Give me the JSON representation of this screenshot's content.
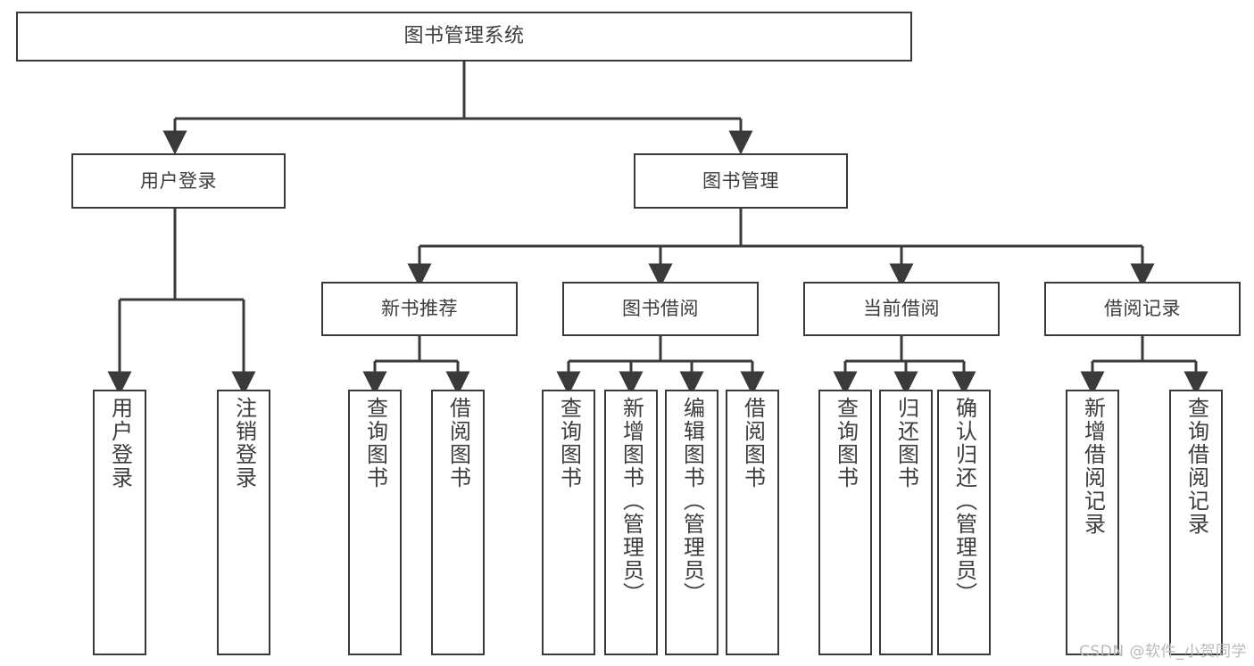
{
  "diagram": {
    "title": "图书管理系统",
    "type": "hierarchy-tree",
    "root": {
      "label": "图书管理系统"
    },
    "level2": [
      {
        "label": "用户登录"
      },
      {
        "label": "图书管理"
      }
    ],
    "level3": [
      {
        "label": "新书推荐"
      },
      {
        "label": "图书借阅"
      },
      {
        "label": "当前借阅"
      },
      {
        "label": "借阅记录"
      }
    ],
    "leaves": {
      "user_login": [
        {
          "label": "用户登录"
        },
        {
          "label": "注销登录"
        }
      ],
      "new_book_recommend": [
        {
          "label": "查询图书"
        },
        {
          "label": "借阅图书"
        }
      ],
      "book_borrow": [
        {
          "label": "查询图书"
        },
        {
          "label": "新增图书（管理员）"
        },
        {
          "label": "编辑图书（管理员）"
        },
        {
          "label": "借阅图书"
        }
      ],
      "current_borrow": [
        {
          "label": "查询图书"
        },
        {
          "label": "归还图书"
        },
        {
          "label": "确认归还（管理员）"
        }
      ],
      "borrow_record": [
        {
          "label": "新增借阅记录"
        },
        {
          "label": "查询借阅记录"
        }
      ]
    }
  },
  "watermark": {
    "text": "CSDN @软件_小贺同学"
  },
  "colors": {
    "border": "#3a3a3a",
    "text": "#3d3d3d",
    "background": "#ffffff",
    "watermark": "#b9b9b9"
  }
}
